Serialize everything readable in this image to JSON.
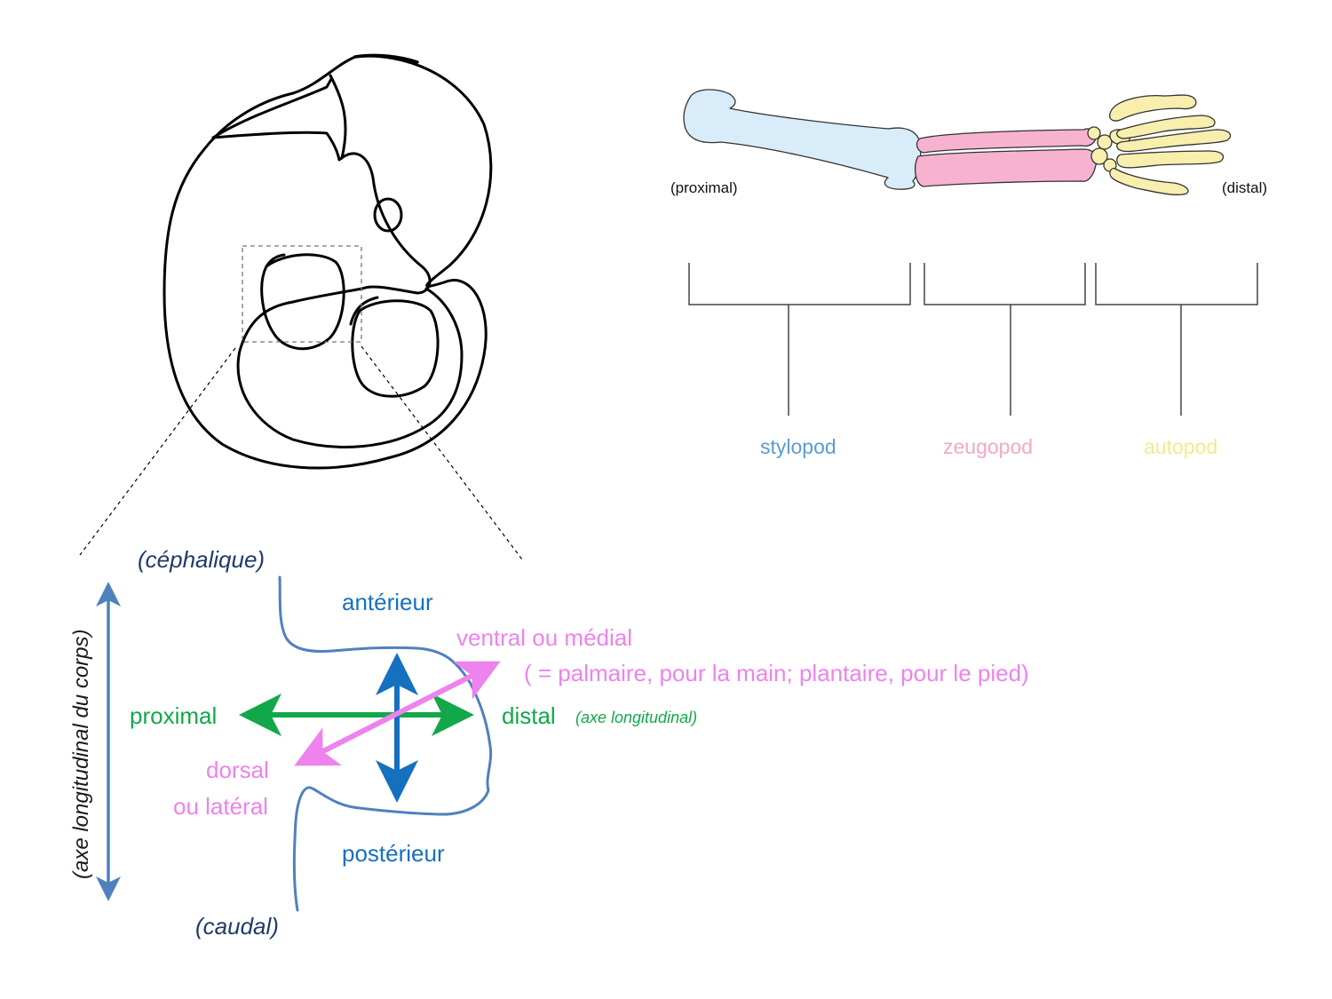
{
  "limb": {
    "proximal": "(proximal)",
    "distal": "(distal)",
    "segments": [
      {
        "label": "stylopod",
        "color": "#5b9bd5"
      },
      {
        "label": "zeugopod",
        "color": "#f4a6c8"
      },
      {
        "label": "autopod",
        "color": "#f2ea8c"
      }
    ],
    "bone_colors": {
      "stylopod": "#d8ecf9",
      "zeugopod": "#f7b2cf",
      "autopod": "#f8eeae"
    }
  },
  "axes": {
    "cephalic": "(céphalique)",
    "caudal": "(caudal)",
    "body_axis": "(axe longitudinal du corps)",
    "anterior": "antérieur",
    "posterior": "postérieur",
    "proximal": "proximal",
    "distal": "distal",
    "distal_note": "(axe longitudinal)",
    "ventral": "ventral ou médial",
    "ventral_note": "( = palmaire, pour la main; plantaire, pour le pied)",
    "dorsal": "dorsal",
    "lateral": "ou latéral",
    "colors": {
      "navy": "#1f3a6b",
      "blue": "#1570c0",
      "green": "#12a84a",
      "pink": "#ee82ee",
      "outline": "#4f81bd"
    }
  }
}
